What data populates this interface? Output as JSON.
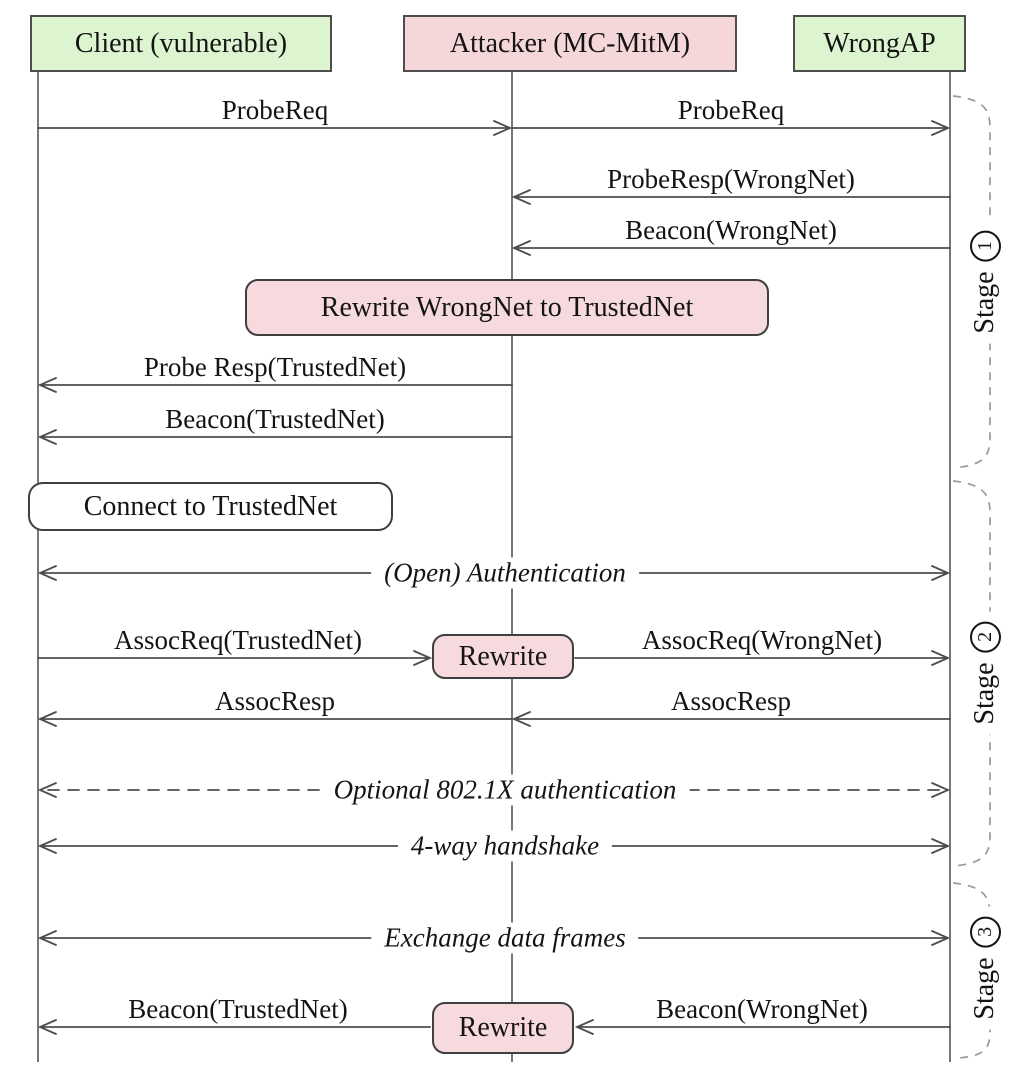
{
  "actors": [
    {
      "label": "Client (vulnerable)",
      "role": "trusted"
    },
    {
      "label": "Attacker (MC-MitM)",
      "role": "attacker"
    },
    {
      "label": "WrongAP",
      "role": "trusted"
    }
  ],
  "messages": [
    {
      "label": "ProbeReq",
      "from": "Client",
      "to": "Attacker",
      "style": "solid"
    },
    {
      "label": "ProbeReq",
      "from": "Attacker",
      "to": "WrongAP",
      "style": "solid"
    },
    {
      "label": "ProbeResp(WrongNet)",
      "from": "WrongAP",
      "to": "Attacker",
      "style": "solid"
    },
    {
      "label": "Beacon(WrongNet)",
      "from": "WrongAP",
      "to": "Attacker",
      "style": "solid"
    },
    {
      "label": "Probe Resp(TrustedNet)",
      "from": "Attacker",
      "to": "Client",
      "style": "solid"
    },
    {
      "label": "Beacon(TrustedNet)",
      "from": "Attacker",
      "to": "Client",
      "style": "solid"
    },
    {
      "label": "(Open) Authentication",
      "from": "Client",
      "to": "WrongAP",
      "style": "solid-bidirectional"
    },
    {
      "label": "AssocReq(TrustedNet)",
      "from": "Client",
      "to": "Attacker",
      "style": "solid"
    },
    {
      "label": "AssocReq(WrongNet)",
      "from": "Attacker",
      "to": "WrongAP",
      "style": "solid"
    },
    {
      "label": "AssocResp",
      "from": "WrongAP",
      "to": "Attacker",
      "style": "solid"
    },
    {
      "label": "AssocResp",
      "from": "Attacker",
      "to": "Client",
      "style": "solid"
    },
    {
      "label": "Optional 802.1X authentication",
      "from": "Client",
      "to": "WrongAP",
      "style": "dashed-bidirectional"
    },
    {
      "label": "4-way handshake",
      "from": "Client",
      "to": "WrongAP",
      "style": "solid-bidirectional"
    },
    {
      "label": "Exchange data frames",
      "from": "Client",
      "to": "WrongAP",
      "style": "solid-bidirectional"
    },
    {
      "label": "Beacon(TrustedNet)",
      "from": "Attacker",
      "to": "Client",
      "style": "solid"
    },
    {
      "label": "Beacon(WrongNet)",
      "from": "WrongAP",
      "to": "Attacker",
      "style": "solid"
    }
  ],
  "actions": [
    {
      "label": "Rewrite WrongNet to TrustedNet",
      "actor": "Attacker"
    },
    {
      "label": "Connect to TrustedNet",
      "actor": "Client"
    },
    {
      "label": "Rewrite",
      "actor": "Attacker"
    },
    {
      "label": "Rewrite",
      "actor": "Attacker"
    }
  ],
  "stages": [
    {
      "word": "Stage",
      "number": "1"
    },
    {
      "word": "Stage",
      "number": "2"
    },
    {
      "word": "Stage",
      "number": "3"
    }
  ],
  "colors": {
    "trusted_fill": "#dcf5d0",
    "attacker_fill": "#f5d6d9",
    "action_fill": "#f7dade",
    "box_border": "#4d4d4d",
    "line": "#4d4d4d",
    "lifeline": "#707070",
    "bracket": "#9a9a9a",
    "text": "#141414"
  }
}
